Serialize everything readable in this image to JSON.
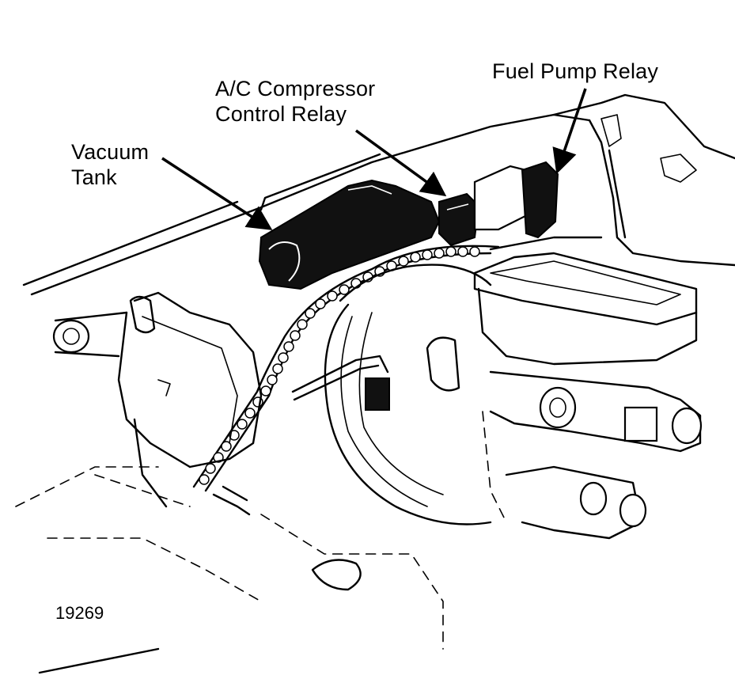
{
  "labels": {
    "vacuum_tank_line1": "Vacuum",
    "vacuum_tank_line2": "Tank",
    "ac_relay_line1": "A/C Compressor",
    "ac_relay_line2": "Control Relay",
    "fuel_pump_relay": "Fuel Pump Relay"
  },
  "figure_number": "19269",
  "colors": {
    "ink": "#000000",
    "paper": "#ffffff"
  }
}
